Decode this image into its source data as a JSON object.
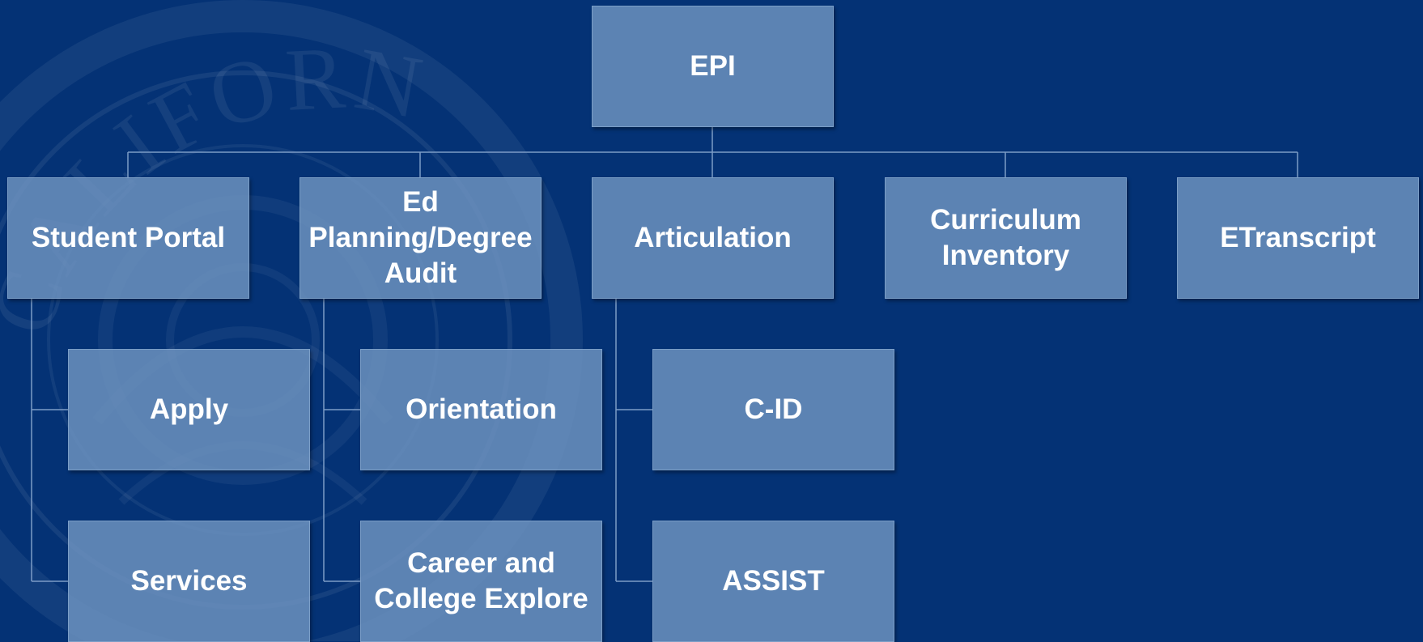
{
  "background": {
    "color": "#043275",
    "seal_text": "CALIFORNIA"
  },
  "node_color": "#6C92BE",
  "connector_color": "#7C9CC6",
  "org_chart": {
    "root": {
      "label": "EPI"
    },
    "branches": [
      {
        "label": "Student Portal",
        "children": [
          {
            "label": "Apply"
          },
          {
            "label": "Services"
          }
        ]
      },
      {
        "label": "Ed\nPlanning/Degree\nAudit",
        "children": [
          {
            "label": "Orientation"
          },
          {
            "label": "Career and\nCollege Explore"
          }
        ]
      },
      {
        "label": "Articulation",
        "children": [
          {
            "label": "C-ID"
          },
          {
            "label": "ASSIST"
          }
        ]
      },
      {
        "label": "Curriculum\nInventory",
        "children": []
      },
      {
        "label": "ETranscript",
        "children": []
      }
    ]
  }
}
